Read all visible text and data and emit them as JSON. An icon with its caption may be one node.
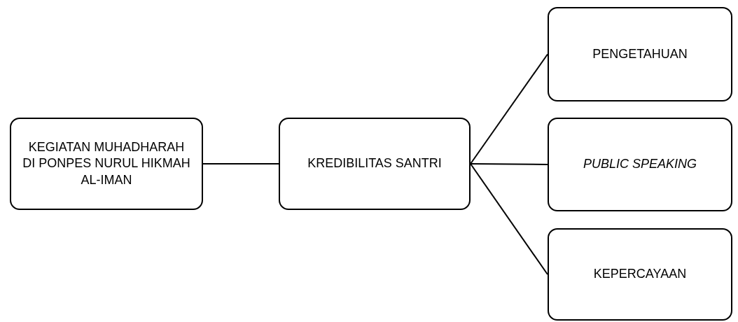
{
  "diagram": {
    "nodes": [
      {
        "text": [
          "KEGIATAN MUHADHARAH DI PONPES NURUL HIKMAH AL-IMAN"
        ]
      },
      {
        "text": [
          "KREDIBILITAS SANTRI"
        ]
      },
      {
        "text": [
          "PENGETAHUAN"
        ]
      },
      {
        "text": [
          "PUBLIC SPEAKING"
        ]
      },
      {
        "text": [
          "KEPERCAYAAN"
        ]
      }
    ],
    "edges": [
      {
        "from": 0,
        "to": 1,
        "arrow": "none"
      },
      {
        "from": 1,
        "to": 2,
        "arrow": "none"
      },
      {
        "from": 1,
        "to": 3,
        "arrow": "none"
      },
      {
        "from": 1,
        "to": 4,
        "arrow": "none"
      }
    ]
  }
}
